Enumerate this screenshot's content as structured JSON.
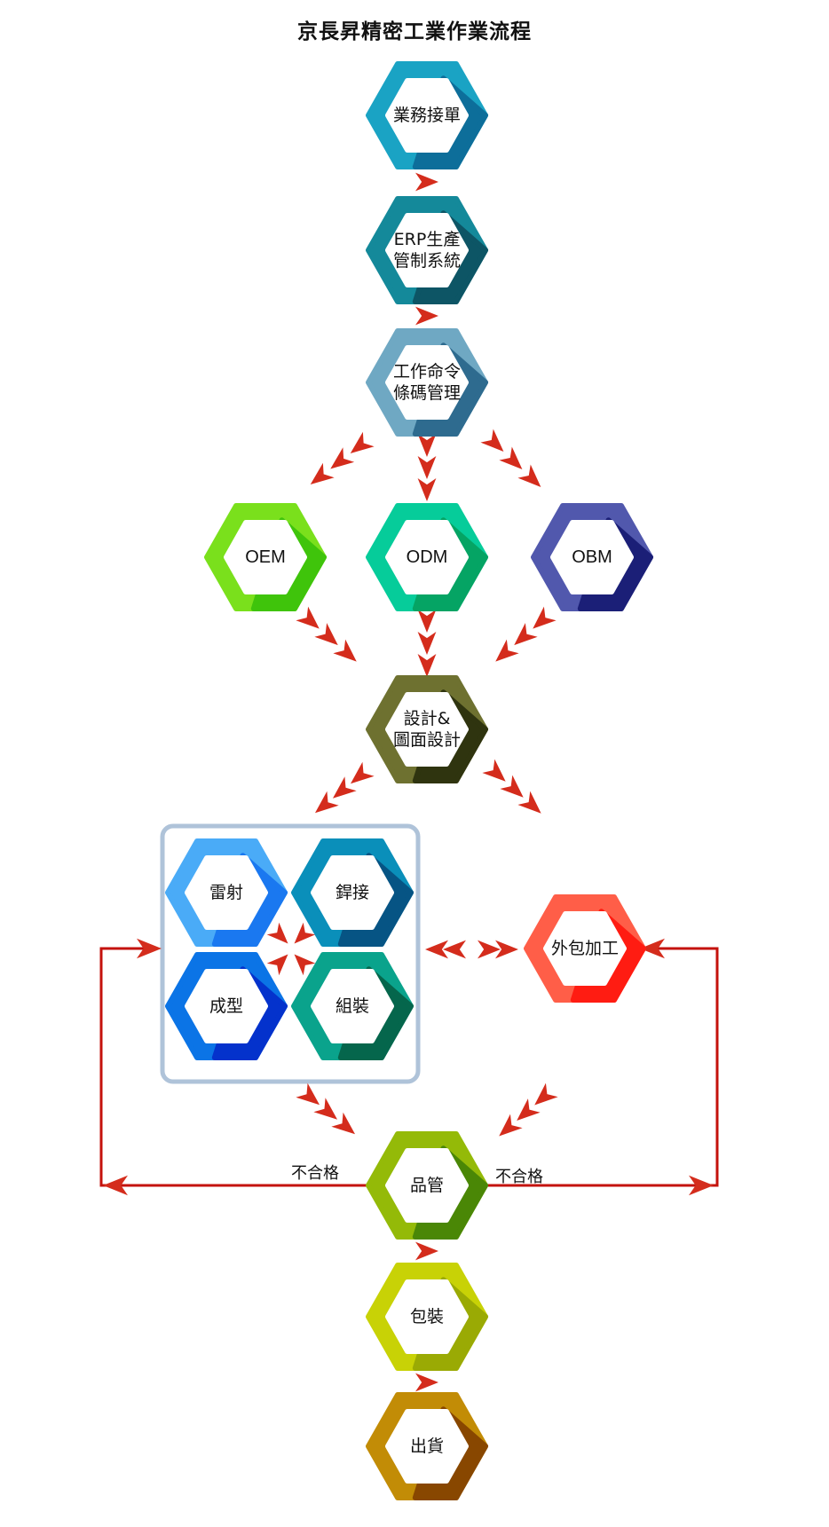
{
  "title": "京長昇精密工業作業流程",
  "nodes": [
    {
      "id": "order",
      "label": "業務接單",
      "lines": [
        "業務接單"
      ],
      "color": "#1aa3c4",
      "shade": "#0d6e9a"
    },
    {
      "id": "erp",
      "label": "ERP生產管制系統",
      "lines": [
        "ERP生產",
        "管制系統"
      ],
      "color": "#14899a",
      "shade": "#0d5565"
    },
    {
      "id": "workorder",
      "label": "工作命令條碼管理",
      "lines": [
        "工作命令",
        "條碼管理"
      ],
      "color": "#6fa8c3",
      "shade": "#2e6b8f"
    },
    {
      "id": "oem",
      "label": "OEM",
      "lines": [
        "OEM"
      ],
      "color": "#7ae01c",
      "shade": "#3fc40b",
      "latin": true
    },
    {
      "id": "odm",
      "label": "ODM",
      "lines": [
        "ODM"
      ],
      "color": "#06cc9a",
      "shade": "#05a464",
      "latin": true
    },
    {
      "id": "obm",
      "label": "OBM",
      "lines": [
        "OBM"
      ],
      "color": "#5158ad",
      "shade": "#1b1f77",
      "latin": true
    },
    {
      "id": "design",
      "label": "設計&圖面設計",
      "lines": [
        "設計&",
        "圖面設計"
      ],
      "color": "#6e7130",
      "shade": "#2f340f"
    },
    {
      "id": "laser",
      "label": "雷射",
      "lines": [
        "雷射"
      ],
      "color": "#4aabf7",
      "shade": "#1a78f0"
    },
    {
      "id": "welding",
      "label": "銲接",
      "lines": [
        "銲接"
      ],
      "color": "#0a8fba",
      "shade": "#065484"
    },
    {
      "id": "forming",
      "label": "成型",
      "lines": [
        "成型"
      ],
      "color": "#0b74e6",
      "shade": "#0432cc"
    },
    {
      "id": "assembly",
      "label": "組裝",
      "lines": [
        "組裝"
      ],
      "color": "#0aa38c",
      "shade": "#05664c"
    },
    {
      "id": "outsourcing",
      "label": "外包加工",
      "lines": [
        "外包加工"
      ],
      "color": "#ff5e48",
      "shade": "#ff1c12"
    },
    {
      "id": "qc",
      "label": "品管",
      "lines": [
        "品管"
      ],
      "color": "#94ba08",
      "shade": "#4a8706"
    },
    {
      "id": "packing",
      "label": "包裝",
      "lines": [
        "包裝"
      ],
      "color": "#c8d206",
      "shade": "#9aaa04"
    },
    {
      "id": "shipping",
      "label": "出貨",
      "lines": [
        "出貨"
      ],
      "color": "#c28c06",
      "shade": "#884700"
    }
  ],
  "edge_labels": {
    "reject_left": "不合格",
    "reject_right": "不合格"
  },
  "colors": {
    "arrow": "#d42c1c",
    "line": "#c4120c",
    "group_border": "#afc3d9"
  }
}
